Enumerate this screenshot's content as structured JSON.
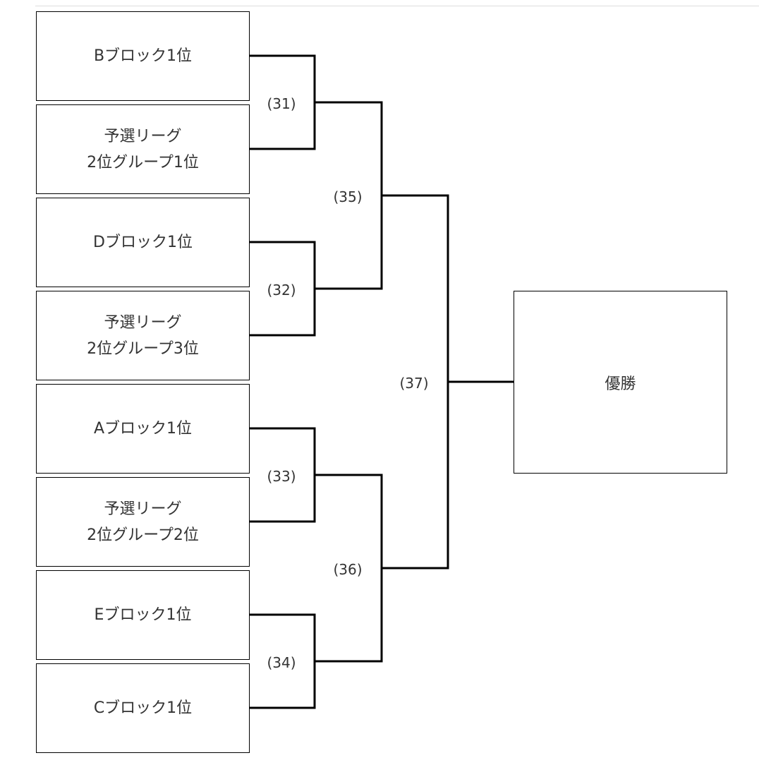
{
  "teams": [
    {
      "label": "Bブロック1位"
    },
    {
      "label": "予選リーグ\n2位グループ1位"
    },
    {
      "label": "Dブロック1位"
    },
    {
      "label": "予選リーグ\n2位グループ3位"
    },
    {
      "label": "Aブロック1位"
    },
    {
      "label": "予選リーグ\n2位グループ2位"
    },
    {
      "label": "Eブロック1位"
    },
    {
      "label": "Cブロック1位"
    }
  ],
  "matches": {
    "m31": "(31)",
    "m32": "(32)",
    "m33": "(33)",
    "m34": "(34)",
    "m35": "(35)",
    "m36": "(36)",
    "m37": "(37)"
  },
  "winner": {
    "label": "優勝"
  },
  "colors": {
    "line": "#000000",
    "text": "#333333",
    "rule": "#dddddd"
  }
}
